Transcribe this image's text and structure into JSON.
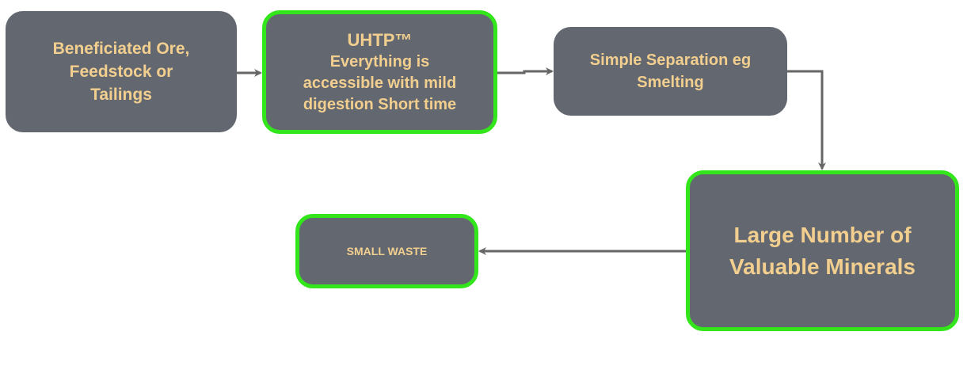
{
  "nodes": {
    "ore": {
      "lines": [
        "Beneficiated Ore,",
        "Feedstock or",
        "Tailings"
      ]
    },
    "uhtp": {
      "title": "UHTP™",
      "lines": [
        "Everything is",
        "accessible with mild",
        "digestion Short time"
      ]
    },
    "separation": {
      "lines": [
        "Simple Separation eg",
        "Smelting"
      ]
    },
    "minerals": {
      "lines": [
        "Large Number of",
        "Valuable Minerals"
      ]
    },
    "waste": {
      "label": "SMALL WASTE"
    }
  },
  "colors": {
    "node_fill": "#626770",
    "node_text": "#f2cf8e",
    "highlight_border": "#33e51b",
    "connector": "#666666"
  }
}
